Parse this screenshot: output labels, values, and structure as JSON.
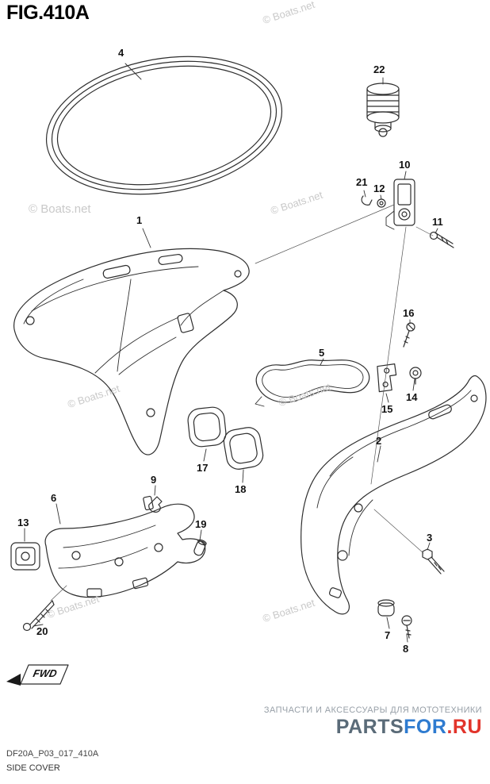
{
  "page": {
    "title": "FIG.410A",
    "background": "#ffffff"
  },
  "watermark": {
    "text": "© Boats.net",
    "color": "#c9c9c9"
  },
  "fwd": {
    "label": "FWD"
  },
  "callouts": [
    {
      "number": "1"
    },
    {
      "number": "2"
    },
    {
      "number": "3"
    },
    {
      "number": "4"
    },
    {
      "number": "5"
    },
    {
      "number": "6"
    },
    {
      "number": "7"
    },
    {
      "number": "8"
    },
    {
      "number": "9"
    },
    {
      "number": "10"
    },
    {
      "number": "11"
    },
    {
      "number": "12"
    },
    {
      "number": "13"
    },
    {
      "number": "14"
    },
    {
      "number": "15"
    },
    {
      "number": "16"
    },
    {
      "number": "17"
    },
    {
      "number": "18"
    },
    {
      "number": "19"
    },
    {
      "number": "20"
    },
    {
      "number": "21"
    },
    {
      "number": "22"
    }
  ],
  "footer": {
    "drawing_code": "DF20A_P03_017_410A",
    "figure_name": "SIDE COVER"
  },
  "vendor": {
    "tagline": "ЗАПЧАСТИ И АКСЕССУАРЫ ДЛЯ МОТОТЕХНИКИ",
    "logo_text": "PARTSFOR.RU",
    "logo_segments": [
      {
        "text": "PARTS",
        "color": "#5a6b78"
      },
      {
        "text": "FOR",
        "color": "#2e7bd0"
      },
      {
        "text": ".RU",
        "color": "#e2342b"
      }
    ]
  },
  "line_art": {
    "stroke_color": "#2e2e2e"
  }
}
